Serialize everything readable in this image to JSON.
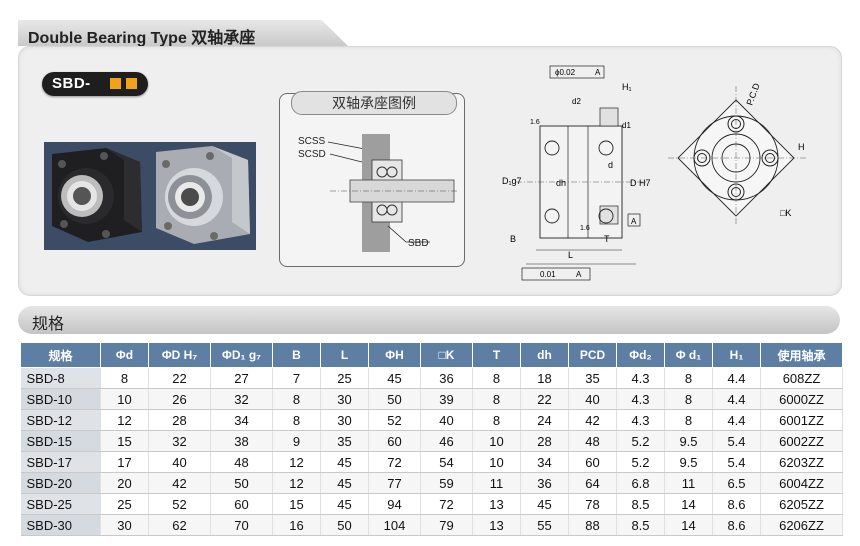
{
  "header": {
    "title": "Double Bearing Type 双轴承座"
  },
  "badge": {
    "text": "SBD-"
  },
  "legend": {
    "title": "双轴承座图例",
    "label_scss": "SCSS",
    "label_scsd": "SCSD",
    "label_sbd": "SBD"
  },
  "drawing_labels": {
    "flatness": "ϕ0.02",
    "datum_a": "A",
    "h1": "H₁",
    "d2": "d2",
    "d1": "d1",
    "roughness": "1.6",
    "d_g7": "D₁g7",
    "dh": "dh",
    "d_h7": "D H7",
    "d": "d",
    "b": "B",
    "t": "T",
    "l": "L",
    "perp": "0.01",
    "pcd": "P.C.D",
    "h": "H",
    "k": "□K"
  },
  "spec": {
    "title": "规格",
    "headers": [
      "规格",
      "Φd",
      "ΦD H₇",
      "ΦD₁ g₇",
      "B",
      "L",
      "ΦH",
      "□K",
      "T",
      "dh",
      "PCD",
      "Φd₂",
      "Φ d₁",
      "H₁",
      "使用轴承"
    ],
    "rows": [
      [
        "SBD-8",
        "8",
        "22",
        "27",
        "7",
        "25",
        "45",
        "36",
        "8",
        "18",
        "35",
        "4.3",
        "8",
        "4.4",
        "608ZZ"
      ],
      [
        "SBD-10",
        "10",
        "26",
        "32",
        "8",
        "30",
        "50",
        "39",
        "8",
        "22",
        "40",
        "4.3",
        "8",
        "4.4",
        "6000ZZ"
      ],
      [
        "SBD-12",
        "12",
        "28",
        "34",
        "8",
        "30",
        "52",
        "40",
        "8",
        "24",
        "42",
        "4.3",
        "8",
        "4.4",
        "6001ZZ"
      ],
      [
        "SBD-15",
        "15",
        "32",
        "38",
        "9",
        "35",
        "60",
        "46",
        "10",
        "28",
        "48",
        "5.2",
        "9.5",
        "5.4",
        "6002ZZ"
      ],
      [
        "SBD-17",
        "17",
        "40",
        "48",
        "12",
        "45",
        "72",
        "54",
        "10",
        "34",
        "60",
        "5.2",
        "9.5",
        "5.4",
        "6203ZZ"
      ],
      [
        "SBD-20",
        "20",
        "42",
        "50",
        "12",
        "45",
        "77",
        "59",
        "11",
        "36",
        "64",
        "6.8",
        "11",
        "6.5",
        "6004ZZ"
      ],
      [
        "SBD-25",
        "25",
        "52",
        "60",
        "15",
        "45",
        "94",
        "72",
        "13",
        "45",
        "78",
        "8.5",
        "14",
        "8.6",
        "6205ZZ"
      ],
      [
        "SBD-30",
        "30",
        "62",
        "70",
        "16",
        "50",
        "104",
        "79",
        "13",
        "55",
        "88",
        "8.5",
        "14",
        "8.6",
        "6206ZZ"
      ]
    ]
  },
  "colors": {
    "header_blue": "#5c7fa3",
    "accent_orange": "#f0a21a"
  }
}
